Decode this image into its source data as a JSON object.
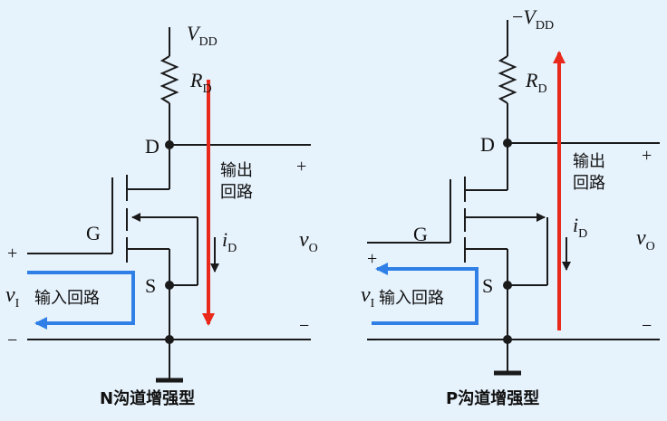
{
  "colors": {
    "background": "#e6f2fc",
    "wire": "#1a1a1a",
    "output_loop_arrow": "#e8291c",
    "input_loop_arrow": "#2f7fe6"
  },
  "left": {
    "supply_sign": "",
    "supply_main": "V",
    "supply_sub": "DD",
    "resistor_main": "R",
    "resistor_sub": "D",
    "drain": "D",
    "gate": "G",
    "source": "S",
    "output_loop": [
      "输出",
      "回路"
    ],
    "current_main": "i",
    "current_sub": "D",
    "output_main": "v",
    "output_sub": "O",
    "input_main": "v",
    "input_sub": "I",
    "input_loop": "输入回路",
    "plus": "+",
    "minus": "−",
    "caption": "N沟道增强型"
  },
  "right": {
    "supply_sign": "−",
    "supply_main": "V",
    "supply_sub": "DD",
    "resistor_main": "R",
    "resistor_sub": "D",
    "drain": "D",
    "gate": "G",
    "source": "S",
    "output_loop": [
      "输出",
      "回路"
    ],
    "current_main": "i",
    "current_sub": "D",
    "output_main": "v",
    "output_sub": "O",
    "input_main": "v",
    "input_sub": "I",
    "input_loop": "输入回路",
    "plus": "+",
    "minus": "−",
    "caption": "P沟道增强型"
  }
}
